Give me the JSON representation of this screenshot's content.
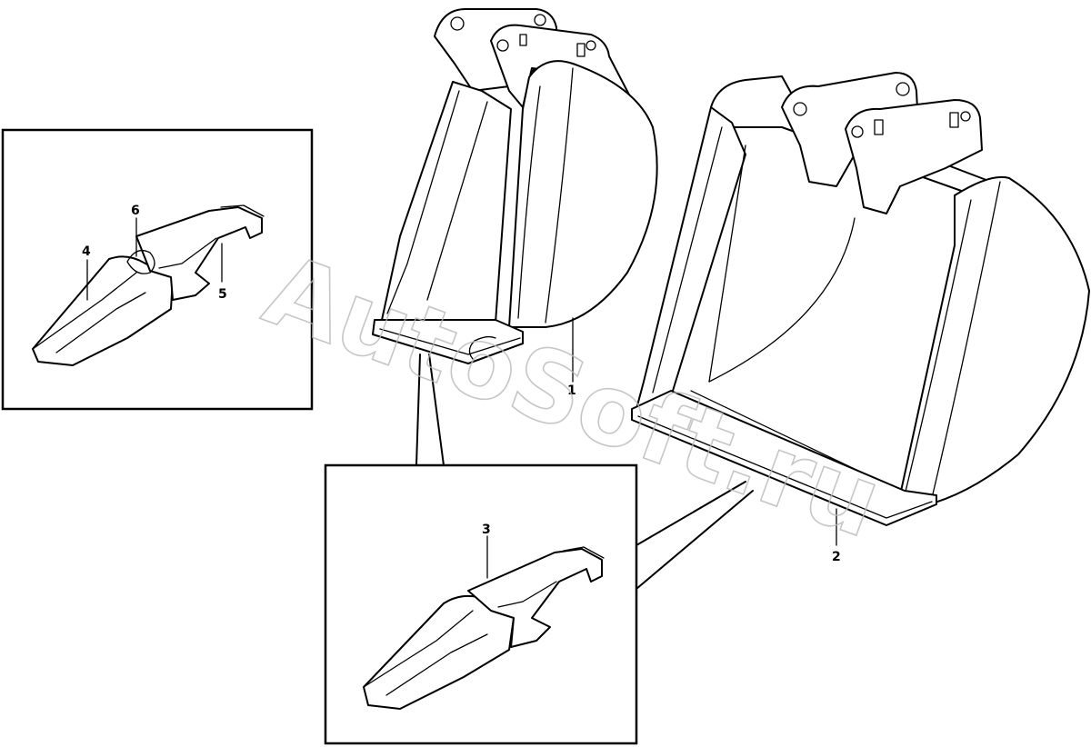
{
  "callouts": {
    "c1": "1",
    "c2": "2",
    "c3": "3",
    "c4": "4",
    "c5": "5",
    "c6": "6"
  },
  "watermark": "AutoSoft.ru",
  "parts": {
    "narrow_bucket": "bucket-1",
    "wide_bucket": "bucket-2",
    "tooth_assembly": "tooth-3",
    "tooth_tip": "tip-4",
    "tooth_adapter": "adapter-5",
    "retaining_pin": "pin-6"
  }
}
